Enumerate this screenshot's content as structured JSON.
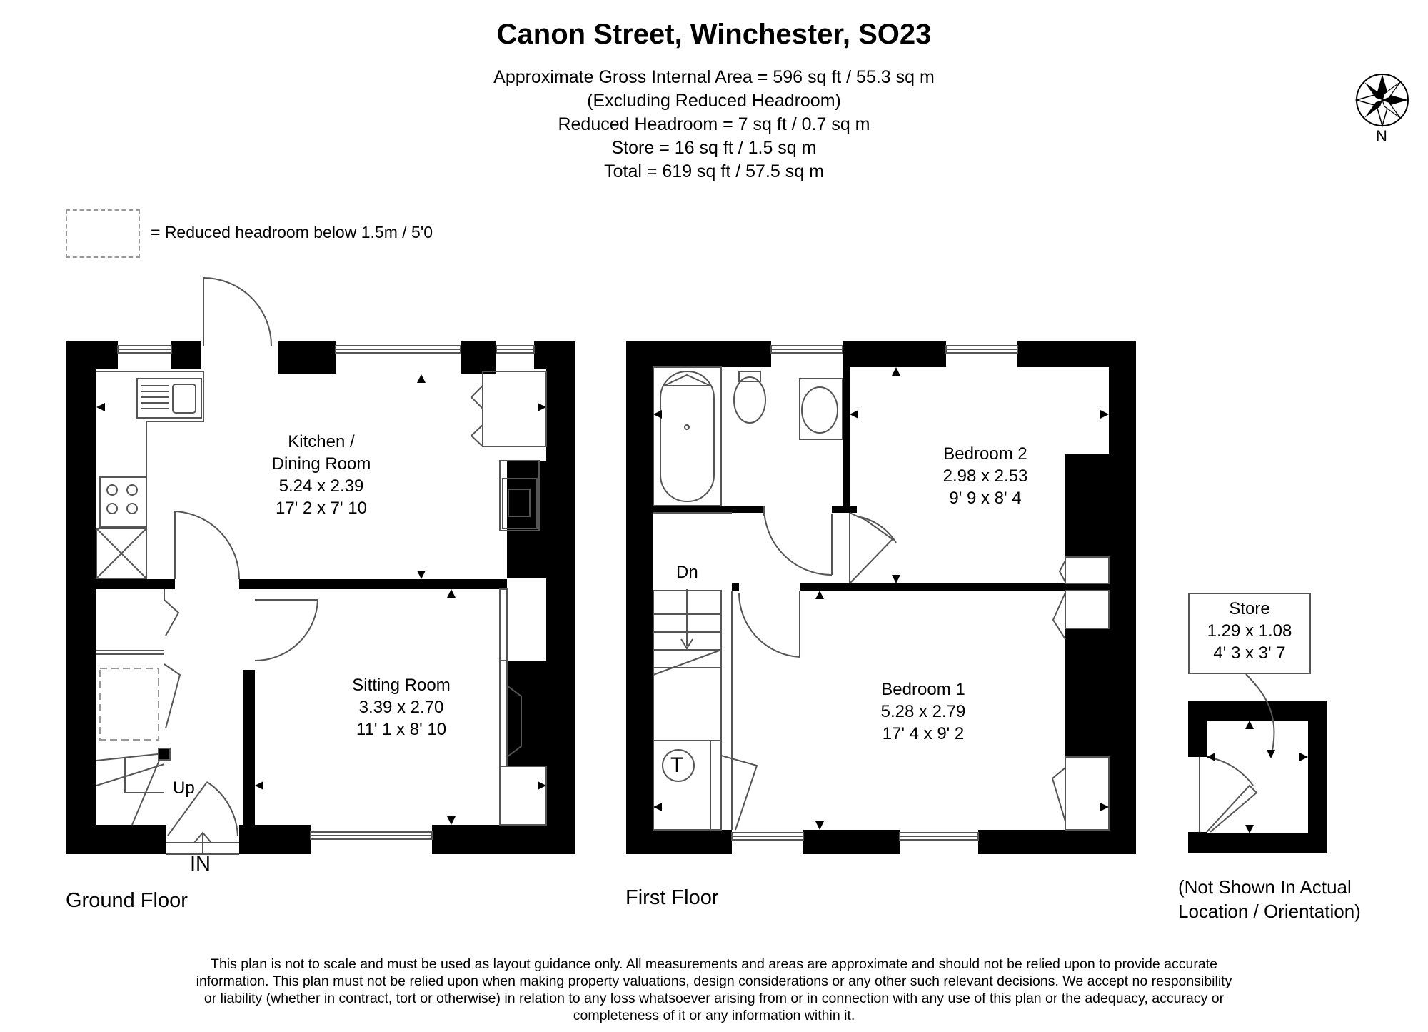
{
  "header": {
    "title": "Canon Street, Winchester, SO23",
    "area_lines": [
      "Approximate Gross Internal Area = 596 sq ft / 55.3 sq m",
      "(Excluding Reduced Headroom)",
      "Reduced Headroom = 7 sq ft / 0.7 sq m",
      "Store = 16 sq ft / 1.5 sq m",
      "Total = 619 sq ft / 57.5 sq m"
    ]
  },
  "compass": {
    "label": "N"
  },
  "legend": {
    "text": "= Reduced headroom below 1.5m / 5'0"
  },
  "ground_floor": {
    "label": "Ground Floor",
    "rooms": {
      "kitchen": {
        "name_line1": "Kitchen /",
        "name_line2": "Dining Room",
        "metric": "5.24 x 2.39",
        "imperial": "17' 2 x 7' 10"
      },
      "sitting": {
        "name": "Sitting Room",
        "metric": "3.39 x 2.70",
        "imperial": "11' 1 x 8' 10"
      }
    },
    "stairs_label": "Up",
    "entrance_label": "IN"
  },
  "first_floor": {
    "label": "First Floor",
    "rooms": {
      "bedroom2": {
        "name": "Bedroom 2",
        "metric": "2.98 x 2.53",
        "imperial": "9' 9 x 8' 4"
      },
      "bedroom1": {
        "name": "Bedroom 1",
        "metric": "5.28 x 2.79",
        "imperial": "17' 4 x 9' 2"
      }
    },
    "stairs_label": "Dn",
    "tank_label": "T"
  },
  "store": {
    "name": "Store",
    "metric": "1.29 x 1.08",
    "imperial": "4' 3 x 3' 7",
    "note_line1": "(Not Shown In Actual",
    "note_line2": "Location / Orientation)"
  },
  "disclaimer": "This plan is not to scale and must be used as layout guidance only. All measurements and areas are approximate and should not be relied upon to provide accurate information. This plan must not be relied upon when making property valuations, design considerations or any other such relevant decisions. We accept no responsibility or liability (whether in contract, tort or otherwise) in relation to any loss whatsoever arising from or in connection with any use of this plan or the adequacy, accuracy or completeness of it or any information within it.",
  "colors": {
    "wall": "#000000",
    "line": "#555555",
    "dashed": "#999999"
  }
}
